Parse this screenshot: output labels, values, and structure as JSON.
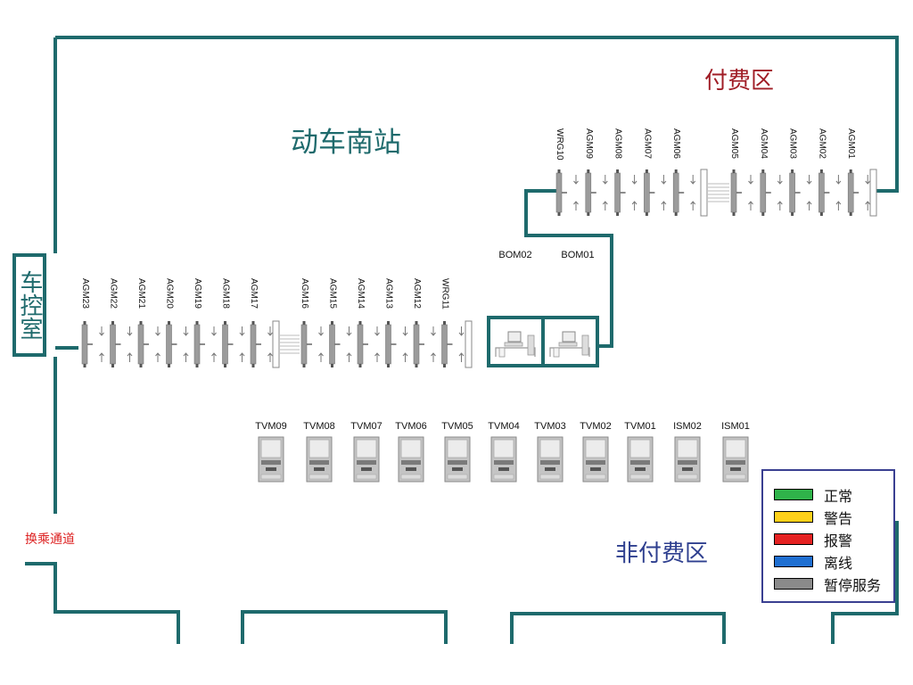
{
  "title": "动车南站",
  "paid_area_label": "付费区",
  "unpaid_area_label": "非付费区",
  "control_room_label": "车控室",
  "transfer_passage_label": "换乘通道",
  "colors": {
    "wall": "#1e6a6c",
    "title": "#1e6a6c",
    "paid_area": "#a01d26",
    "unpaid_area": "#2e3f8f",
    "transfer_passage": "#dd2222",
    "device_gray": "#9c9c9c",
    "legend_border": "#3a3f91"
  },
  "gates_upper": [
    "WRG10",
    "AGM09",
    "AGM08",
    "AGM07",
    "AGM06",
    "AGM05",
    "AGM04",
    "AGM03",
    "AGM02",
    "AGM01"
  ],
  "gates_lower": [
    "AGM23",
    "AGM22",
    "AGM21",
    "AGM20",
    "AGM19",
    "AGM18",
    "AGM17",
    "AGM16",
    "AGM15",
    "AGM14",
    "AGM13",
    "AGM12",
    "WRG11"
  ],
  "booths": [
    "BOM02",
    "BOM01"
  ],
  "machines": [
    "TVM09",
    "TVM08",
    "TVM07",
    "TVM06",
    "TVM05",
    "TVM04",
    "TVM03",
    "TVM02",
    "TVM01",
    "ISM02",
    "ISM01"
  ],
  "legend": [
    {
      "label": "正常",
      "color": "#2fb34a",
      "icon": "status-normal"
    },
    {
      "label": "警告",
      "color": "#ffd11a",
      "icon": "status-warning"
    },
    {
      "label": "报警",
      "color": "#e52222",
      "icon": "status-alarm"
    },
    {
      "label": "离线",
      "color": "#1f6fd1",
      "icon": "status-offline"
    },
    {
      "label": "暂停服务",
      "color": "#8a8a8a",
      "icon": "status-suspended"
    }
  ]
}
